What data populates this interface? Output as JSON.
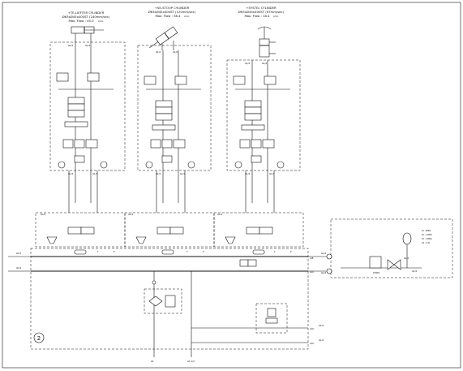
{
  "cylinders": [
    {
      "title": "+TE-LIEFTER CYLINDER",
      "spec": "Ø63xØ45x400ST (240mm/sec)",
      "flow": "Max. Flow : 45.0",
      "unit": "L/min"
    },
    {
      "title": "+SE-STOOP CYLINDER",
      "spec": "Ø63xØ45x400ST (120mm/sec)",
      "flow": "Max. Flow : 38.4",
      "unit": "L/min"
    },
    {
      "title": "+SYSTEL CYLINDER",
      "spec": "Ø63xØ45x400ST (97mm/sec)",
      "flow": "Max. Flow : 18.4",
      "unit": "L/min"
    }
  ],
  "port_labels": {
    "g14": "G1/4",
    "g12": "G1/2",
    "t": "T",
    "p": "P",
    "a": "A",
    "b": "B",
    "ab": "A/B",
    "acc": "ACC"
  },
  "center": {
    "bottom_left": "G1",
    "bottom_right": "G1-1/4"
  },
  "accumulator_panel": {
    "line1": "P1 : 8MPa",
    "line2": "P2 : 11MPa",
    "line3": "P3 : 13MPa",
    "line4": "V0 : 0.4L",
    "valve": "ZTWP4"
  },
  "circle_label": "2"
}
